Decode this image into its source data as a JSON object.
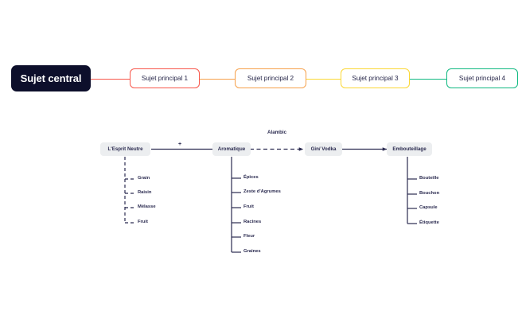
{
  "canvas": {
    "background": "#ffffff"
  },
  "mindmap": {
    "central": {
      "label": "Sujet central",
      "bg": "#0d0f2b",
      "text_color": "#ffffff"
    },
    "branches": [
      {
        "label": "Sujet principal 1",
        "color": "#f8564a",
        "link_color": "#f8564a"
      },
      {
        "label": "Sujet principal 2",
        "color": "#f5a košice"
      },
      {
        "label": "Sujet principal 3",
        "color": "#fbd734"
      },
      {
        "label": "Sujet principal 4",
        "color": "#10b981"
      }
    ],
    "branch_colors": [
      "#f8564a",
      "#f6a councils",
      "#fbd734",
      "#10b981"
    ]
  },
  "flow": {
    "nodes": [
      {
        "label": "L'Esprit Neutre"
      },
      {
        "label": "Aromatique"
      },
      {
        "label": "Gin/ Vodka"
      },
      {
        "label": "Embouteillage"
      }
    ],
    "edge_labels": {
      "plus": "+",
      "alambic": "Alambic"
    },
    "groups": [
      {
        "parent": "L'Esprit Neutre",
        "style": "dashed",
        "items": [
          "Grain",
          "Raisin",
          "Mélasse",
          "Fruit"
        ]
      },
      {
        "parent": "Aromatique",
        "style": "solid",
        "items": [
          "Épices",
          "Zeste d'Agrumes",
          "Fruit",
          "Racines",
          "Fleur",
          "Graines"
        ]
      },
      {
        "parent": "Embouteillage",
        "style": "solid",
        "items": [
          "Bouteille",
          "Bouchon",
          "Capsule",
          "Étiquette"
        ]
      }
    ]
  },
  "colors": {
    "node_bg": "#eceef0",
    "node_text": "#2b2b50",
    "line": "#2b2b50",
    "red": "#f8564a",
    "orange": "#f6a council",
    "yellow": "#fbd734",
    "green": "#10b981",
    "navy": "#0d0f2b"
  }
}
